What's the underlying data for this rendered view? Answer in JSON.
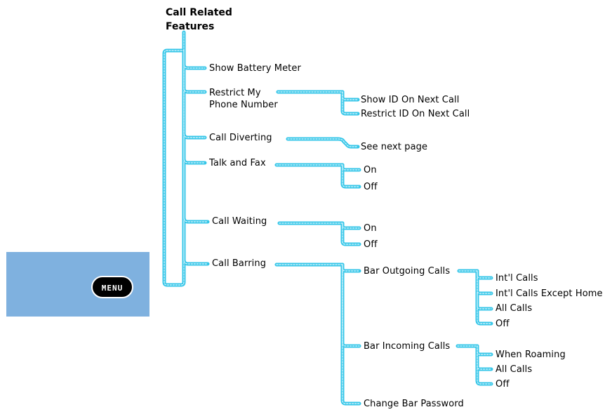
{
  "title": "Call Related\nFeatures",
  "menu_button": "MENU",
  "items": {
    "show_battery": "Show Battery Meter",
    "restrict_number": "Restrict My\nPhone Number",
    "show_id": "Show ID On Next Call",
    "restrict_id": "Restrict ID On Next Call",
    "call_diverting": "Call Diverting",
    "see_next": "See next page",
    "talk_fax": "Talk and Fax",
    "talk_fax_on": "On",
    "talk_fax_off": "Off",
    "call_waiting": "Call Waiting",
    "call_waiting_on": "On",
    "call_waiting_off": "Off",
    "call_barring": "Call Barring",
    "bar_outgoing": "Bar Outgoing Calls",
    "out_intl": "Int'l Calls",
    "out_intl_except": "Int'l Calls Except Home",
    "out_all": "All Calls",
    "out_off": "Off",
    "bar_incoming": "Bar Incoming Calls",
    "in_roaming": "When Roaming",
    "in_all": "All Calls",
    "in_off": "Off",
    "change_password": "Change Bar Password"
  }
}
